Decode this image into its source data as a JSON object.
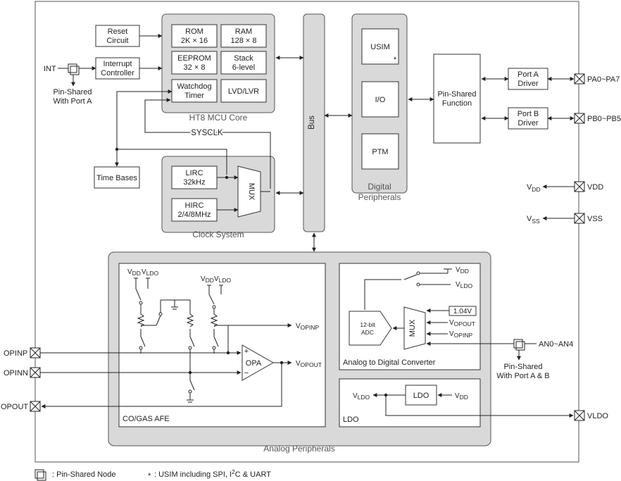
{
  "blocks": {
    "reset": [
      "Reset",
      "Circuit"
    ],
    "interrupt": [
      "Interrupt",
      "Controller"
    ],
    "rom": [
      "ROM",
      "2K × 16"
    ],
    "ram": [
      "RAM",
      "128 × 8"
    ],
    "eeprom": [
      "EEPROM",
      "32 × 8"
    ],
    "stack": [
      "Stack",
      "6-level"
    ],
    "watchdog": [
      "Watchdog",
      "Timer"
    ],
    "lvd": "LVD/LVR",
    "core_label": "HT8 MCU Core",
    "sysclk": "SYSCLK",
    "time_bases": "Time Bases",
    "lirc": [
      "LIRC",
      "32kHz"
    ],
    "hirc": [
      "HIRC",
      "2/4/8MHz"
    ],
    "clk_mux": "MUX",
    "clock_label": "Clock System",
    "bus": "Bus",
    "usim": "USIM",
    "usim_star": "*",
    "io": "I/O",
    "ptm": "PTM",
    "digital_label": [
      "Digital",
      "Peripherals"
    ],
    "pin_shared_func": [
      "Pin-Shared",
      "Function"
    ],
    "port_a": [
      "Port A",
      "Driver"
    ],
    "port_b": [
      "Port B",
      "Driver"
    ]
  },
  "pins": {
    "int": "INT",
    "int_note": [
      "Pin-Shared",
      "With Port A"
    ],
    "pa": "PA0~PA7",
    "pb": "PB0~PB5",
    "vdd": "VDD",
    "vss": "VSS",
    "vdd_sym": {
      "main": "V",
      "sub": "DD"
    },
    "vss_sym": {
      "main": "V",
      "sub": "SS"
    },
    "opinp": "OPINP",
    "opinn": "OPINN",
    "opout": "OPOUT",
    "an": "AN0~AN4",
    "an_note": [
      "Pin-Shared",
      "With Port A & B"
    ],
    "vldo": "VLDO"
  },
  "analog": {
    "afe_label": "CO/GAS AFE",
    "opa": "OPA",
    "plus": "+",
    "minus": "−",
    "v": "V",
    "sub_dd": "DD",
    "sub_ldo": "LDO",
    "sub_opinp": "OPINP",
    "sub_opout": "OPOUT",
    "adc": [
      "12-bit",
      "ADC"
    ],
    "adc_mux": "MUX",
    "vref": "1.04V",
    "adc_label": "Analog to Digital Converter",
    "ldo": "LDO",
    "ldo_label": "LDO",
    "group_label": "Analog Peripherals"
  },
  "legend": {
    "node": ": Pin-Shared Node",
    "star": "*",
    "usim_text": ": USIM including SPI, I",
    "sup": "2",
    "usim_rest": "C & UART"
  }
}
